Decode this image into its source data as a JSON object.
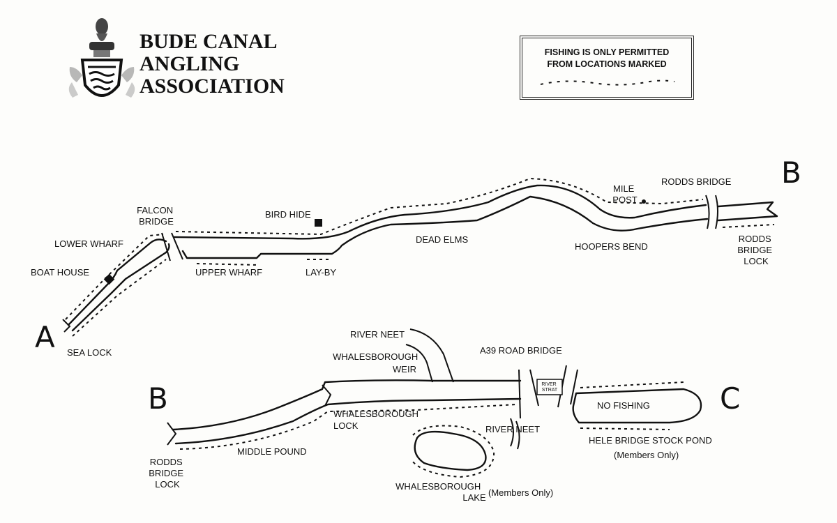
{
  "header": {
    "title_lines": [
      "BUDE CANAL",
      "ANGLING",
      "ASSOCIATION"
    ],
    "notice_lines": [
      "FISHING IS ONLY PERMITTED",
      "FROM LOCATIONS MARKED"
    ]
  },
  "colors": {
    "ink": "#111111",
    "paper": "#fdfdfb"
  },
  "icons": {
    "logo": "heraldic-crest-icon",
    "hide": "square-marker-icon",
    "boathouse": "diamond-marker-icon",
    "milepost": "dot-marker-icon"
  },
  "map": {
    "markers": {
      "a": "A",
      "b_top": "B",
      "b_bottom": "B",
      "c": "C"
    },
    "labels": {
      "falcon_bridge": [
        "FALCON",
        "BRIDGE"
      ],
      "lower_wharf": "LOWER WHARF",
      "boat_house": "BOAT HOUSE",
      "sea_lock": "SEA LOCK",
      "upper_wharf": "UPPER WHARF",
      "lay_by": "LAY-BY",
      "bird_hide": "BIRD HIDE",
      "dead_elms": "DEAD ELMS",
      "mile_post": [
        "MILE",
        "POST"
      ],
      "hoopers_bend": "HOOPERS BEND",
      "rodds_bridge": "RODDS BRIDGE",
      "rodds_bridge_lock_top": [
        "RODDS",
        "BRIDGE",
        "LOCK"
      ],
      "river_neet_top": "RIVER NEET",
      "whalesborough_weir": [
        "WHALESBOROUGH",
        "WEIR"
      ],
      "a39_road_bridge": "A39 ROAD BRIDGE",
      "river_strat": [
        "RIVER",
        "STRAT"
      ],
      "no_fishing": "NO FISHING",
      "whalesborough_lock": [
        "WHALESBOROUGH",
        "LOCK"
      ],
      "river_neet_bottom": "RIVER NEET",
      "hele_bridge_stock_pond": "HELE BRIDGE STOCK POND",
      "members_only_pond": "(Members Only)",
      "middle_pound": "MIDDLE POUND",
      "rodds_bridge_lock_bottom": [
        "RODDS",
        "BRIDGE",
        "LOCK"
      ],
      "whalesborough_lake": [
        "WHALESBOROUGH",
        "LAKE"
      ],
      "members_only_lake": "(Members Only)"
    }
  }
}
